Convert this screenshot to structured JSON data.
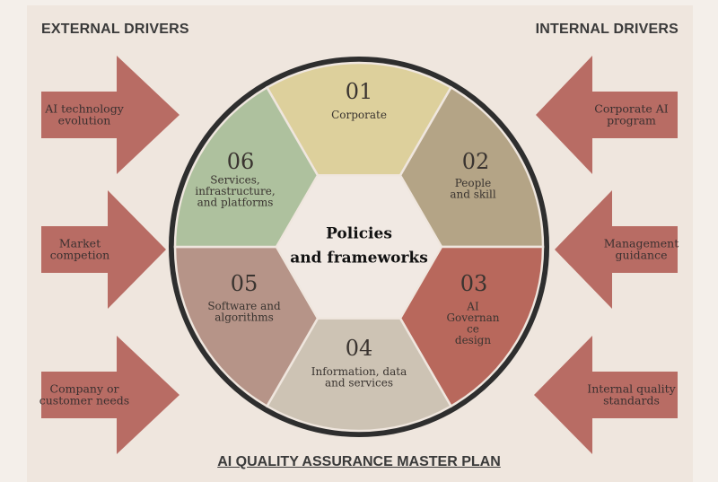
{
  "header": {
    "external": "EXTERNAL DRIVERS",
    "internal": "INTERNAL DRIVERS"
  },
  "footer": {
    "title": "AI QUALITY ASSURANCE MASTER PLAN"
  },
  "external_drivers": [
    {
      "lines": [
        "AI technology",
        "evolution"
      ]
    },
    {
      "lines": [
        "Market",
        "competion"
      ]
    },
    {
      "lines": [
        "Company  or",
        "customer needs"
      ]
    }
  ],
  "internal_drivers": [
    {
      "lines": [
        "Corporate AI",
        "program"
      ]
    },
    {
      "lines": [
        "Management",
        "guidance"
      ]
    },
    {
      "lines": [
        "Internal quality",
        "standards"
      ]
    }
  ],
  "center": {
    "lines": [
      "Policies",
      "and frameworks"
    ]
  },
  "segments": [
    {
      "number": "01",
      "lines": [
        "Corporate"
      ],
      "color": "#ddd09c"
    },
    {
      "number": "02",
      "lines": [
        "People",
        "and skill"
      ],
      "color": "#b4a486"
    },
    {
      "number": "03",
      "lines": [
        "AI",
        "Governan",
        "ce",
        "design"
      ],
      "color": "#b8685c"
    },
    {
      "number": "04",
      "lines": [
        "Information, data",
        "and services"
      ],
      "color": "#cdc3b4"
    },
    {
      "number": "05",
      "lines": [
        "Software and",
        "algorithms"
      ],
      "color": "#b69488"
    },
    {
      "number": "06",
      "lines": [
        "Services,",
        "infrastructure,",
        "and platforms"
      ],
      "color": "#aec19e"
    }
  ],
  "colors": {
    "arrow": "#b86c64",
    "ring": "#2e2e2e",
    "background": "#efe6de",
    "hexagon": "#f1e9e3"
  }
}
